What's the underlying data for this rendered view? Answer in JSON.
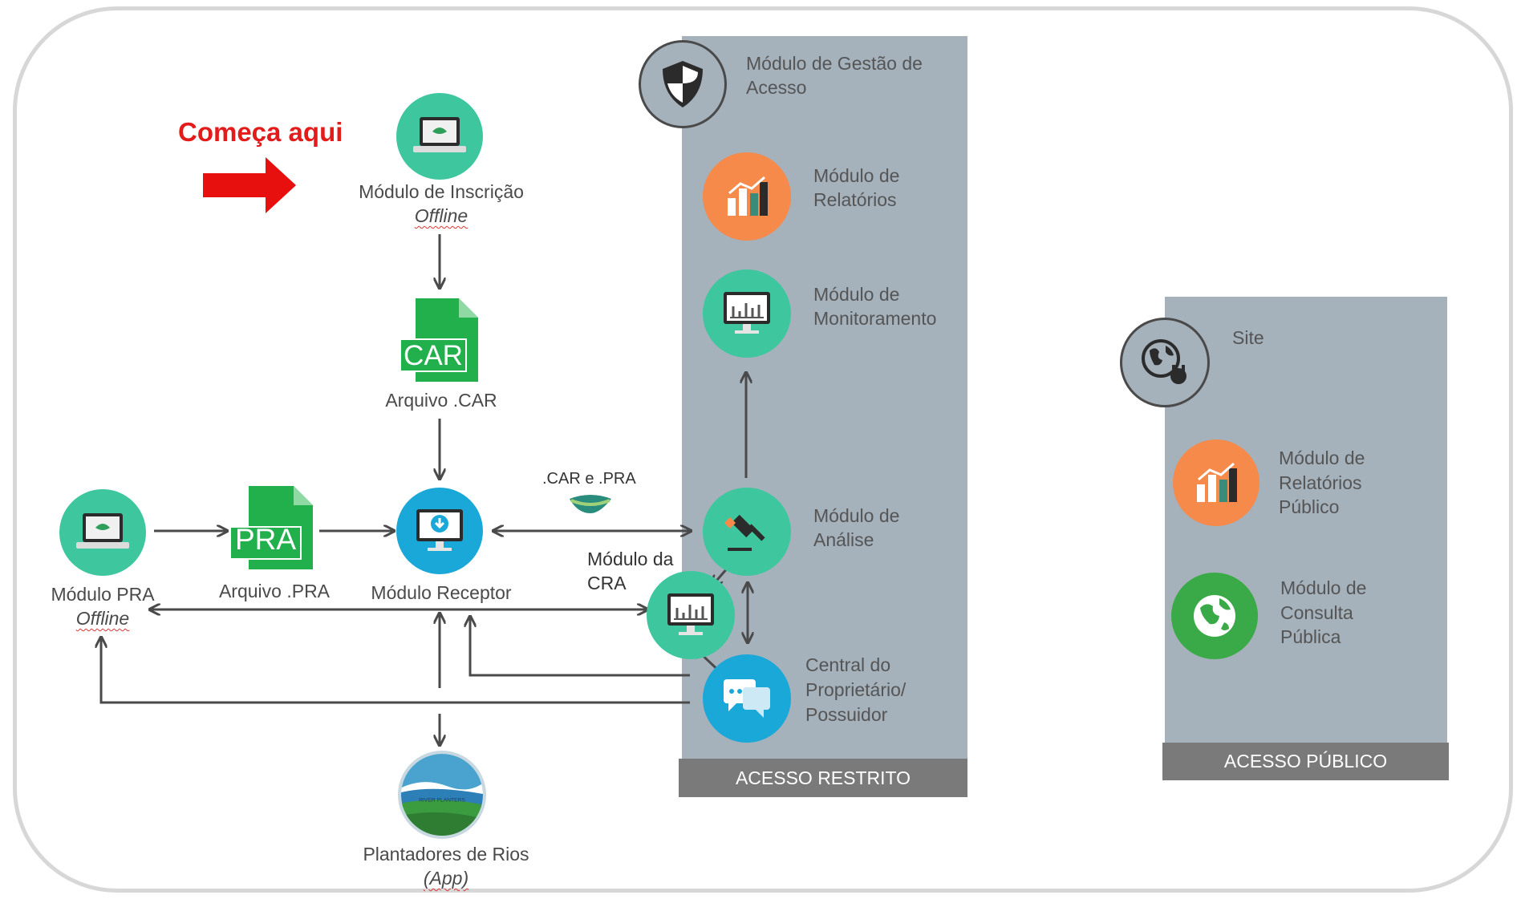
{
  "start_label": "Começa aqui",
  "nodes": {
    "inscricao": {
      "title": "Módulo de Inscrição",
      "subtitle": "Offline"
    },
    "arquivo_car": {
      "badge": "CAR",
      "title": "Arquivo .CAR"
    },
    "receptor": {
      "title": "Módulo Receptor"
    },
    "arquivo_pra": {
      "badge": "PRA",
      "title": "Arquivo .PRA"
    },
    "pra_offline": {
      "title": "Módulo PRA",
      "subtitle": "Offline"
    },
    "car_pra_note": ".CAR e .PRA",
    "cra": {
      "title_line1": "Módulo da",
      "title_line2": "CRA"
    },
    "plantadores": {
      "title": "Plantadores de Rios",
      "subtitle": "(App)",
      "logo_text": "RIVER PLANTERS"
    }
  },
  "restricted": {
    "gestao": {
      "line1": "Módulo de Gestão de",
      "line2": "Acesso"
    },
    "relatorios": {
      "line1": "Módulo de",
      "line2": "Relatórios"
    },
    "monitoramento": {
      "line1": "Módulo de",
      "line2": "Monitoramento"
    },
    "analise": {
      "line1": "Módulo de",
      "line2": "Análise"
    },
    "central": {
      "line1": "Central do",
      "line2": "Proprietário/",
      "line3": "Possuidor"
    },
    "footer": "ACESSO RESTRITO"
  },
  "public": {
    "site": "Site",
    "relatorios_publico": {
      "line1": "Módulo de",
      "line2": "Relatórios",
      "line3": "Público"
    },
    "consulta_publica": {
      "line1": "Módulo de",
      "line2": "Consulta",
      "line3": "Pública"
    },
    "footer": "ACESSO PÚBLICO"
  },
  "colors": {
    "teal": "#3ec79f",
    "blue": "#1aa8d8",
    "orange": "#f58a4b",
    "green": "#3aaa48",
    "panel": "#a5b1bb",
    "footer": "#7a7a7a",
    "start": "#e31b1b"
  }
}
